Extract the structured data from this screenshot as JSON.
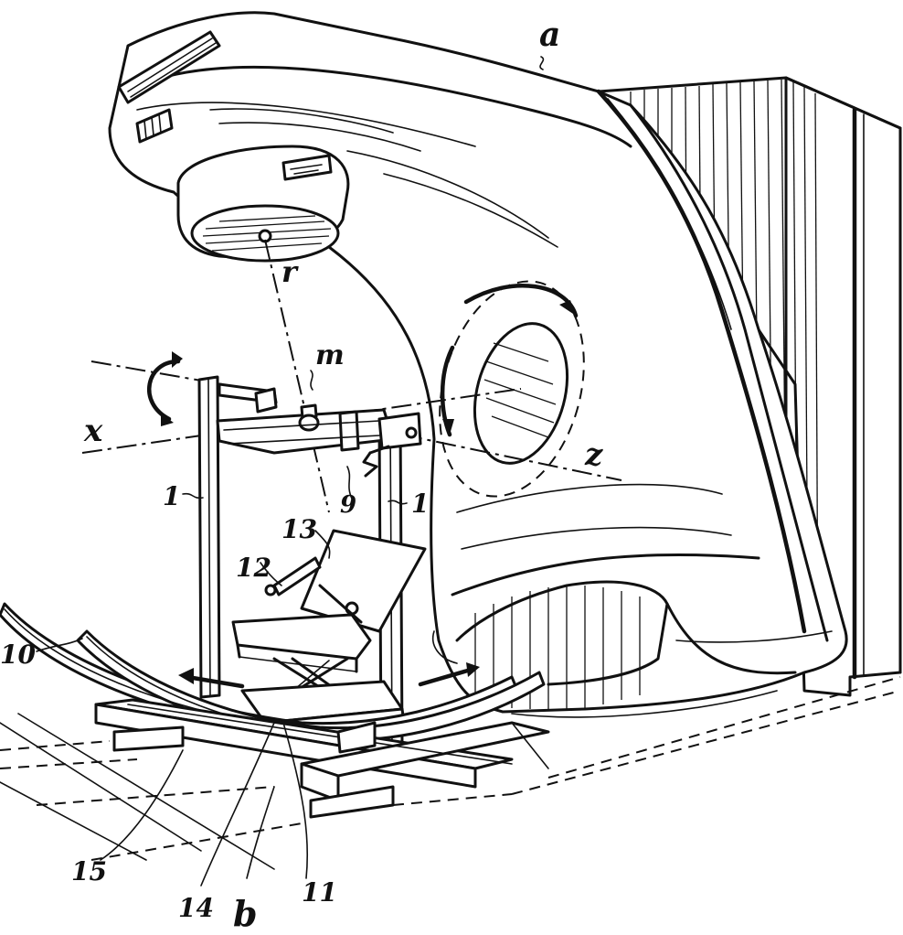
{
  "labels": {
    "a": "a",
    "r": "r",
    "m": "m",
    "x": "x",
    "z": "z",
    "one_left": "1",
    "one_right": "1",
    "nine": "9",
    "twelve": "12",
    "thirteen": "13",
    "ten": "10",
    "fifteen": "15",
    "fourteen": "14",
    "b": "b",
    "eleven": "11"
  }
}
